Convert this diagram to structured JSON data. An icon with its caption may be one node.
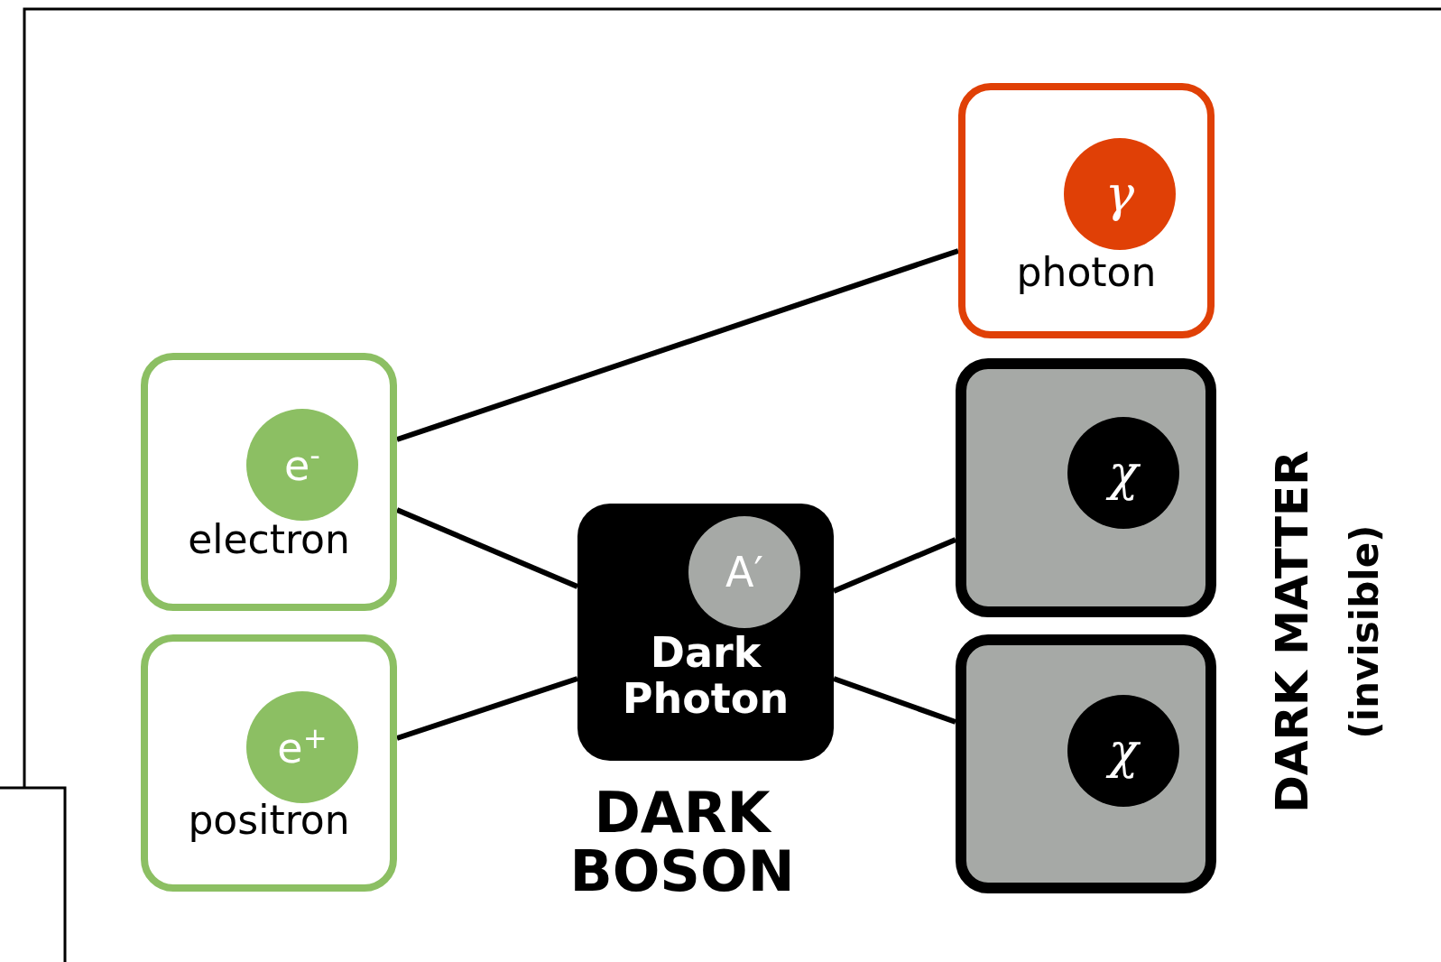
{
  "diagram": {
    "nodes": [
      {
        "text": [
          "photon"
        ]
      },
      {
        "text": [
          "γ"
        ],
        "in": 0
      },
      {
        "text": [
          "electron"
        ]
      },
      {
        "text": [
          "e$^{-}$"
        ],
        "in": 2
      },
      {
        "text": [],
        "shape": "box"
      },
      {
        "text": [
          "χ"
        ],
        "in": 4
      },
      {
        "text": [
          "Dark Photon"
        ]
      },
      {
        "text": [
          "A′"
        ],
        "in": 6
      },
      {
        "text": [
          "positron"
        ]
      },
      {
        "text": [
          "e$^{+}$"
        ],
        "in": 8
      },
      {
        "text": [],
        "shape": "box"
      },
      {
        "text": [
          "χ"
        ],
        "in": 10
      }
    ],
    "edges": [
      {
        "from": 2,
        "to": 0,
        "arrow": "none"
      },
      {
        "from": 2,
        "to": 6,
        "arrow": "none"
      },
      {
        "from": 8,
        "to": 6,
        "arrow": "none"
      },
      {
        "from": 6,
        "to": 4,
        "arrow": "none"
      },
      {
        "from": 6,
        "to": 10,
        "arrow": "none"
      }
    ],
    "labels": [
      "DARK BOSON",
      "DARK MATTER",
      "(invisible)"
    ]
  }
}
